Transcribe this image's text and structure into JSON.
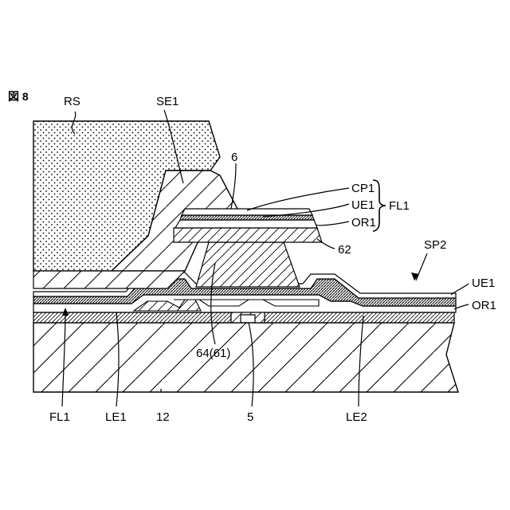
{
  "figure": {
    "title": "図 8"
  },
  "labels": {
    "rs": "RS",
    "se1": "SE1",
    "n6": "6",
    "cp1": "CP1",
    "ue1_top": "UE1",
    "or1_top": "OR1",
    "fl1_group": "FL1",
    "n62": "62",
    "sp2": "SP2",
    "ue1_right": "UE1",
    "or1_right": "OR1",
    "n64_61": "64(61)",
    "fl1_bottom": "FL1",
    "le1": "LE1",
    "n12": "12",
    "n5": "5",
    "le2": "LE2"
  }
}
